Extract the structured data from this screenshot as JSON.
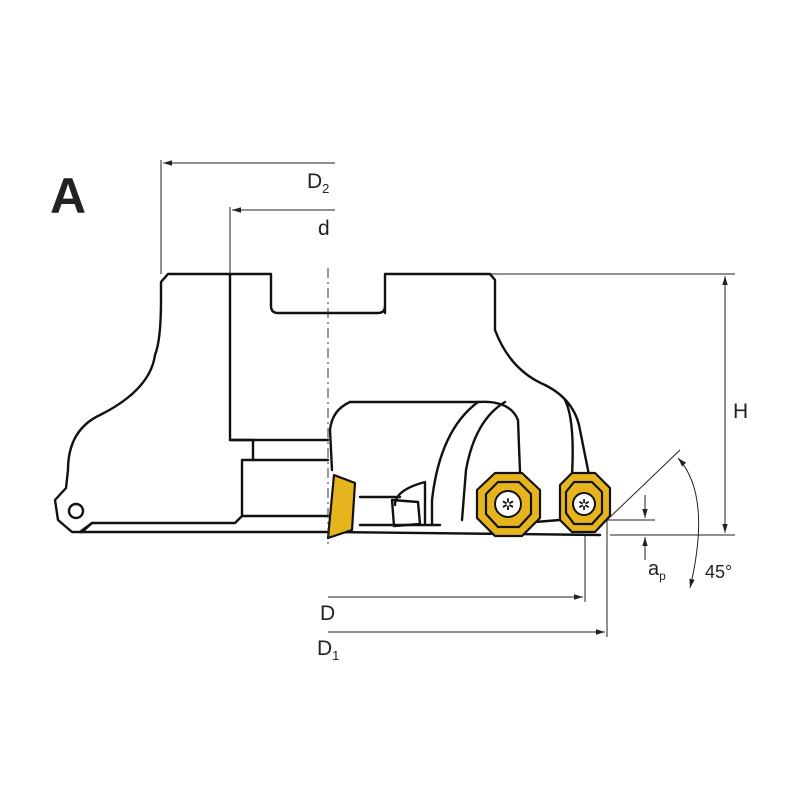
{
  "figure_label": "A",
  "dimensions": {
    "D2": {
      "main": "D",
      "sub": "2"
    },
    "d": {
      "main": "d"
    },
    "H": {
      "main": "H"
    },
    "D": {
      "main": "D"
    },
    "D1": {
      "main": "D",
      "sub": "1"
    },
    "ap": {
      "main": "a",
      "sub": "p"
    },
    "angle": "45°"
  },
  "colors": {
    "insert": "#e6b51e",
    "line": "#111111"
  }
}
